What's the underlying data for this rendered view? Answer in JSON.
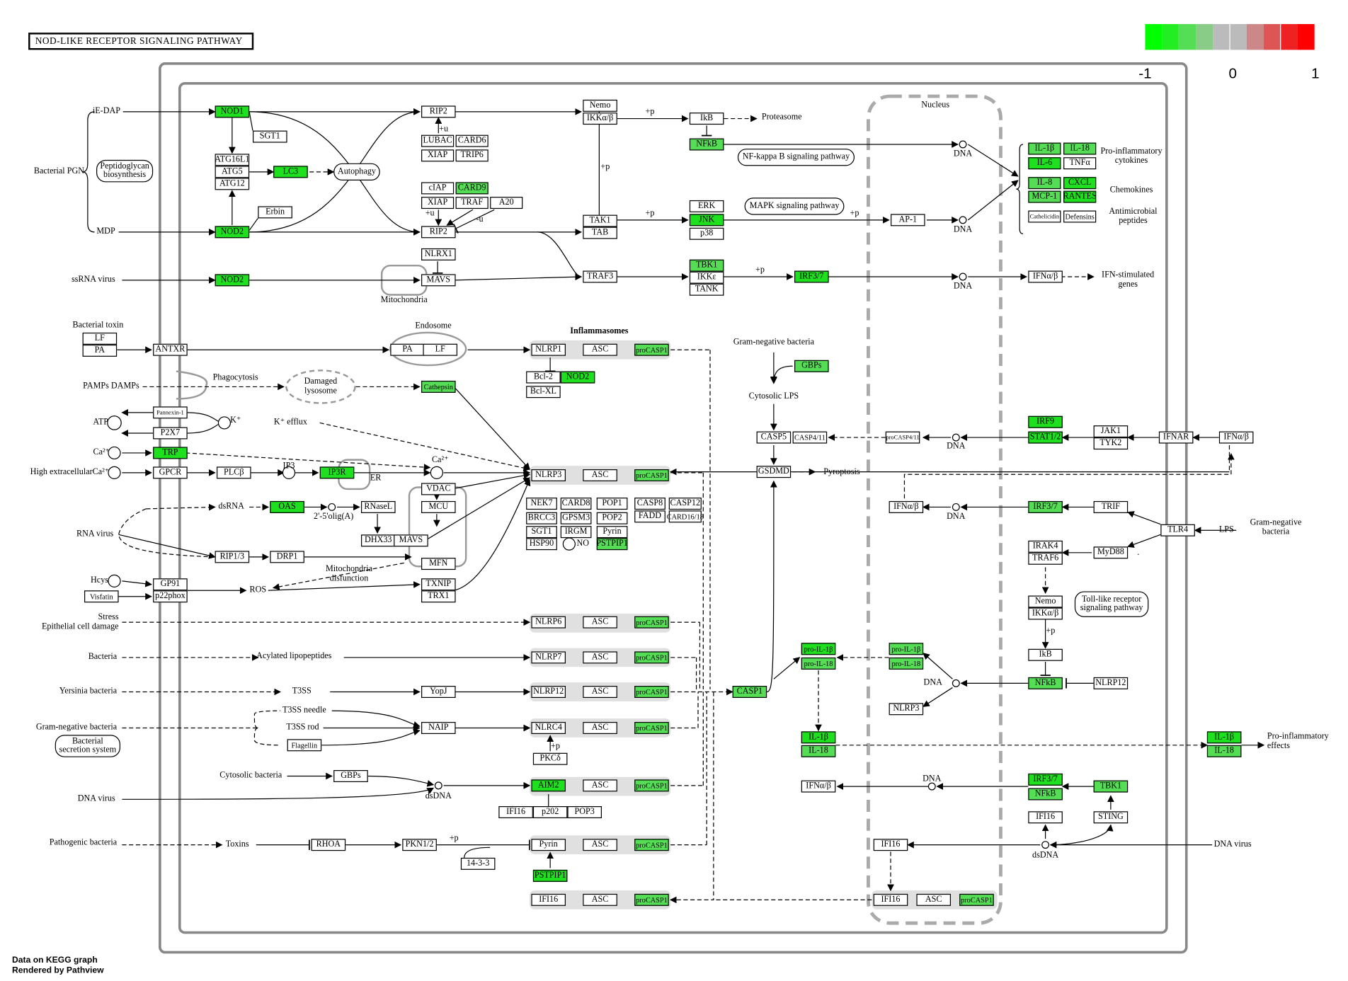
{
  "title": "NOD-LIKE RECEPTOR SIGNALING PATHWAY",
  "legend": {
    "colors": [
      "#00ff00",
      "#22ee22",
      "#55dd55",
      "#88cc88",
      "#bbbbbb",
      "#bbbbbb",
      "#cc8888",
      "#dd5555",
      "#ee2222",
      "#ff0000"
    ],
    "ticks": [
      "-1",
      "0",
      "1"
    ]
  },
  "credit": [
    "Data on KEGG graph",
    "Rendered by Pathview"
  ],
  "compartment_label": "Nucleus",
  "section_label": "Inflammasomes",
  "nodes": [
    {
      "id": "nod1",
      "text": "NOD1",
      "c": "hi"
    },
    {
      "id": "sgt1a",
      "text": "SGT1",
      "c": ""
    },
    {
      "id": "atg16l1",
      "text": "ATG16L1",
      "c": ""
    },
    {
      "id": "atg5",
      "text": "ATG5",
      "c": ""
    },
    {
      "id": "atg12",
      "text": "ATG12",
      "c": ""
    },
    {
      "id": "lc3",
      "text": "LC3",
      "c": "hi"
    },
    {
      "id": "erbin",
      "text": "Erbin",
      "c": ""
    },
    {
      "id": "nod2a",
      "text": "NOD2",
      "c": "hi"
    },
    {
      "id": "rip2a",
      "text": "RIP2",
      "c": ""
    },
    {
      "id": "lubac",
      "text": "LUBAC",
      "c": ""
    },
    {
      "id": "card6",
      "text": "CARD6",
      "c": ""
    },
    {
      "id": "xiap1",
      "text": "XIAP",
      "c": ""
    },
    {
      "id": "trip6",
      "text": "TRIP6",
      "c": ""
    },
    {
      "id": "ciap",
      "text": "cIAP",
      "c": ""
    },
    {
      "id": "card9",
      "text": "CARD9",
      "c": "md"
    },
    {
      "id": "xiap2",
      "text": "XIAP",
      "c": ""
    },
    {
      "id": "traf",
      "text": "TRAF",
      "c": ""
    },
    {
      "id": "a20",
      "text": "A20",
      "c": ""
    },
    {
      "id": "rip2b",
      "text": "RIP2",
      "c": ""
    },
    {
      "id": "nemo1",
      "text": "Nemo",
      "c": ""
    },
    {
      "id": "ikkab1",
      "text": "IKKα/β",
      "c": ""
    },
    {
      "id": "ikb1",
      "text": "IkB",
      "c": ""
    },
    {
      "id": "nfkb1",
      "text": "NFkB",
      "c": "md"
    },
    {
      "id": "tak1",
      "text": "TAK1",
      "c": ""
    },
    {
      "id": "tab",
      "text": "TAB",
      "c": ""
    },
    {
      "id": "erk",
      "text": "ERK",
      "c": ""
    },
    {
      "id": "jnk",
      "text": "JNK",
      "c": "hi"
    },
    {
      "id": "p38",
      "text": "p38",
      "c": ""
    },
    {
      "id": "ap1",
      "text": "AP-1",
      "c": ""
    },
    {
      "id": "il1b1",
      "text": "IL-1β",
      "c": "md"
    },
    {
      "id": "il18a",
      "text": "IL-18",
      "c": "md"
    },
    {
      "id": "il6",
      "text": "IL-6",
      "c": "hi"
    },
    {
      "id": "tnfa",
      "text": "TNFα",
      "c": ""
    },
    {
      "id": "il8",
      "text": "IL-8",
      "c": "md"
    },
    {
      "id": "cxcl",
      "text": "CXCL",
      "c": "hi"
    },
    {
      "id": "mcp1",
      "text": "MCP-1",
      "c": "md"
    },
    {
      "id": "rantes",
      "text": "RANTES",
      "c": "hi"
    },
    {
      "id": "cath",
      "text": "Cathelicidin",
      "c": ""
    },
    {
      "id": "defs",
      "text": "Defensins",
      "c": ""
    },
    {
      "id": "nod2b",
      "text": "NOD2",
      "c": "hi"
    },
    {
      "id": "nlrx1",
      "text": "NLRX1",
      "c": ""
    },
    {
      "id": "mavs1",
      "text": "MAVS",
      "c": ""
    },
    {
      "id": "traf3",
      "text": "TRAF3",
      "c": ""
    },
    {
      "id": "tbk1a",
      "text": "TBK1",
      "c": "md"
    },
    {
      "id": "ikke",
      "text": "IKKε",
      "c": ""
    },
    {
      "id": "tank",
      "text": "TANK",
      "c": ""
    },
    {
      "id": "irf37a",
      "text": "IRF3/7",
      "c": "hi"
    },
    {
      "id": "ifnab1",
      "text": "IFNα/β",
      "c": ""
    },
    {
      "id": "lf1",
      "text": "LF",
      "c": ""
    },
    {
      "id": "pa1",
      "text": "PA",
      "c": ""
    },
    {
      "id": "antxr",
      "text": "ANTXR",
      "c": ""
    },
    {
      "id": "pa2",
      "text": "PA",
      "c": ""
    },
    {
      "id": "lf2",
      "text": "LF",
      "c": ""
    },
    {
      "id": "nlrp1",
      "text": "NLRP1",
      "c": ""
    },
    {
      "id": "asc1",
      "text": "ASC",
      "c": ""
    },
    {
      "id": "procasp1a",
      "text": "proCASP1",
      "c": "md"
    },
    {
      "id": "bcl2",
      "text": "Bcl-2",
      "c": ""
    },
    {
      "id": "nod2c",
      "text": "NOD2",
      "c": "hi"
    },
    {
      "id": "bclxl",
      "text": "Bcl-XL",
      "c": ""
    },
    {
      "id": "gbps1",
      "text": "GBPs",
      "c": "md"
    },
    {
      "id": "cathepsin",
      "text": "Cathepsin",
      "c": "md"
    },
    {
      "id": "pannexin",
      "text": "Pannexin-1",
      "c": ""
    },
    {
      "id": "p2x7",
      "text": "P2X7",
      "c": ""
    },
    {
      "id": "trp",
      "text": "TRP",
      "c": "hi"
    },
    {
      "id": "gpcr",
      "text": "GPCR",
      "c": ""
    },
    {
      "id": "plcb",
      "text": "PLCβ",
      "c": ""
    },
    {
      "id": "ip3r",
      "text": "IP3R",
      "c": "hi"
    },
    {
      "id": "nlrp3a",
      "text": "NLRP3",
      "c": ""
    },
    {
      "id": "asc2",
      "text": "ASC",
      "c": ""
    },
    {
      "id": "procasp1b",
      "text": "proCASP1",
      "c": "md"
    },
    {
      "id": "nek7",
      "text": "NEK7",
      "c": ""
    },
    {
      "id": "card8",
      "text": "CARD8",
      "c": ""
    },
    {
      "id": "pop1",
      "text": "POP1",
      "c": ""
    },
    {
      "id": "brcc3",
      "text": "BRCC3",
      "c": ""
    },
    {
      "id": "gpsm3",
      "text": "GPSM3",
      "c": ""
    },
    {
      "id": "pop2",
      "text": "POP2",
      "c": ""
    },
    {
      "id": "sgt1b",
      "text": "SGT1",
      "c": ""
    },
    {
      "id": "irgm",
      "text": "IRGM",
      "c": ""
    },
    {
      "id": "pyrin1",
      "text": "Pyrin",
      "c": ""
    },
    {
      "id": "hsp90",
      "text": "HSP90",
      "c": ""
    },
    {
      "id": "pstpip1a",
      "text": "PSTPIP1",
      "c": "md"
    },
    {
      "id": "casp8",
      "text": "CASP8",
      "c": ""
    },
    {
      "id": "casp12",
      "text": "CASP12",
      "c": ""
    },
    {
      "id": "fadd",
      "text": "FADD",
      "c": ""
    },
    {
      "id": "card16",
      "text": "CARD16/18",
      "c": ""
    },
    {
      "id": "casp5",
      "text": "CASP5",
      "c": ""
    },
    {
      "id": "casp411",
      "text": "CASP4/11",
      "c": ""
    },
    {
      "id": "gsdmd",
      "text": "GSDMD",
      "c": ""
    },
    {
      "id": "procasp411",
      "text": "proCASP4/11",
      "c": ""
    },
    {
      "id": "irf9",
      "text": "IRF9",
      "c": "hi"
    },
    {
      "id": "stat12",
      "text": "STAT1/2",
      "c": "hi"
    },
    {
      "id": "jak1",
      "text": "JAK1",
      "c": ""
    },
    {
      "id": "tyk2",
      "text": "TYK2",
      "c": ""
    },
    {
      "id": "ifnar",
      "text": "IFNAR",
      "c": ""
    },
    {
      "id": "ifnab2",
      "text": "IFNα/β",
      "c": ""
    },
    {
      "id": "ifnab3",
      "text": "IFNα/β",
      "c": ""
    },
    {
      "id": "irf37b",
      "text": "IRF3/7",
      "c": "md"
    },
    {
      "id": "trif",
      "text": "TRIF",
      "c": ""
    },
    {
      "id": "tlr4",
      "text": "TLR4",
      "c": ""
    },
    {
      "id": "irak4",
      "text": "IRAK4",
      "c": ""
    },
    {
      "id": "traf6",
      "text": "TRAF6",
      "c": ""
    },
    {
      "id": "myd88",
      "text": "MyD88",
      "c": ""
    },
    {
      "id": "nemo2",
      "text": "Nemo",
      "c": ""
    },
    {
      "id": "ikkab2",
      "text": "IKKα/β",
      "c": ""
    },
    {
      "id": "ikb2",
      "text": "IkB",
      "c": ""
    },
    {
      "id": "nfkb2",
      "text": "NFkB",
      "c": "md"
    },
    {
      "id": "nlrp12a",
      "text": "NLRP12",
      "c": ""
    },
    {
      "id": "oas",
      "text": "OAS",
      "c": "hi"
    },
    {
      "id": "rnasel",
      "text": "RNaseL",
      "c": ""
    },
    {
      "id": "vdac",
      "text": "VDAC",
      "c": ""
    },
    {
      "id": "mcu",
      "text": "MCU",
      "c": ""
    },
    {
      "id": "dhx33",
      "text": "DHX33",
      "c": ""
    },
    {
      "id": "mavs2",
      "text": "MAVS",
      "c": ""
    },
    {
      "id": "mfn",
      "text": "MFN",
      "c": ""
    },
    {
      "id": "rip13",
      "text": "RIP1/3",
      "c": ""
    },
    {
      "id": "drp1",
      "text": "DRP1",
      "c": ""
    },
    {
      "id": "visfatin",
      "text": "Visfatin",
      "c": ""
    },
    {
      "id": "gp91",
      "text": "GP91",
      "c": ""
    },
    {
      "id": "p22phox",
      "text": "p22phox",
      "c": ""
    },
    {
      "id": "txnip",
      "text": "TXNIP",
      "c": ""
    },
    {
      "id": "trx1",
      "text": "TRX1",
      "c": ""
    },
    {
      "id": "nlrp6",
      "text": "NLRP6",
      "c": ""
    },
    {
      "id": "asc3",
      "text": "ASC",
      "c": ""
    },
    {
      "id": "procasp1c",
      "text": "proCASP1",
      "c": "md"
    },
    {
      "id": "nlrp7",
      "text": "NLRP7",
      "c": ""
    },
    {
      "id": "asc4",
      "text": "ASC",
      "c": ""
    },
    {
      "id": "procasp1d",
      "text": "proCASP1",
      "c": "md"
    },
    {
      "id": "yopj",
      "text": "YopJ",
      "c": ""
    },
    {
      "id": "nlrp12b",
      "text": "NLRP12",
      "c": ""
    },
    {
      "id": "asc5",
      "text": "ASC",
      "c": ""
    },
    {
      "id": "procasp1e",
      "text": "proCASP1",
      "c": "md"
    },
    {
      "id": "naip",
      "text": "NAIP",
      "c": ""
    },
    {
      "id": "flagellin",
      "text": "Flagellin",
      "c": ""
    },
    {
      "id": "nlrc4",
      "text": "NLRC4",
      "c": ""
    },
    {
      "id": "asc6",
      "text": "ASC",
      "c": ""
    },
    {
      "id": "procasp1f",
      "text": "proCASP1",
      "c": "md"
    },
    {
      "id": "pkcd",
      "text": "PKCδ",
      "c": ""
    },
    {
      "id": "gbps2",
      "text": "GBPs",
      "c": ""
    },
    {
      "id": "aim2",
      "text": "AIM2",
      "c": "hi"
    },
    {
      "id": "asc7",
      "text": "ASC",
      "c": ""
    },
    {
      "id": "procasp1g",
      "text": "proCASP1",
      "c": "md"
    },
    {
      "id": "ifi16a",
      "text": "IFI16",
      "c": ""
    },
    {
      "id": "p202",
      "text": "p202",
      "c": ""
    },
    {
      "id": "pop3",
      "text": "POP3",
      "c": ""
    },
    {
      "id": "rhoa",
      "text": "RHOA",
      "c": ""
    },
    {
      "id": "pkn12",
      "text": "PKN1/2",
      "c": ""
    },
    {
      "id": "b1433",
      "text": "14-3-3",
      "c": ""
    },
    {
      "id": "pyrin2",
      "text": "Pyrin",
      "c": ""
    },
    {
      "id": "asc8",
      "text": "ASC",
      "c": ""
    },
    {
      "id": "procasp1h",
      "text": "proCASP1",
      "c": "md"
    },
    {
      "id": "pstpip1b",
      "text": "PSTPIP1",
      "c": "hi"
    },
    {
      "id": "ifi16b",
      "text": "IFI16",
      "c": ""
    },
    {
      "id": "asc9",
      "text": "ASC",
      "c": ""
    },
    {
      "id": "procasp1i",
      "text": "proCASP1",
      "c": "md"
    },
    {
      "id": "casp1",
      "text": "CASP1",
      "c": "md"
    },
    {
      "id": "proil1b1",
      "text": "pro-IL-1β",
      "c": "hi"
    },
    {
      "id": "proil18a",
      "text": "pro-IL-18",
      "c": "md"
    },
    {
      "id": "proil1b2",
      "text": "pro-IL-1β",
      "c": "md"
    },
    {
      "id": "proil18b",
      "text": "pro-IL-18",
      "c": "md"
    },
    {
      "id": "nlrp3b",
      "text": "NLRP3",
      "c": ""
    },
    {
      "id": "il1b2",
      "text": "IL-1β",
      "c": "hi"
    },
    {
      "id": "il18b",
      "text": "IL-18",
      "c": "md"
    },
    {
      "id": "il1b3",
      "text": "IL-1β",
      "c": "hi"
    },
    {
      "id": "il18c",
      "text": "IL-18",
      "c": "md"
    },
    {
      "id": "ifnab4",
      "text": "IFNα/β",
      "c": ""
    },
    {
      "id": "irf37c",
      "text": "IRF3/7",
      "c": "hi"
    },
    {
      "id": "nfkb3",
      "text": "NFkB",
      "c": "md"
    },
    {
      "id": "tbk1b",
      "text": "TBK1",
      "c": "md"
    },
    {
      "id": "ifi16c",
      "text": "IFI16",
      "c": ""
    },
    {
      "id": "sting",
      "text": "STING",
      "c": ""
    },
    {
      "id": "ifi16d",
      "text": "IFI16",
      "c": ""
    },
    {
      "id": "ifi16e",
      "text": "IFI16",
      "c": ""
    },
    {
      "id": "asc10",
      "text": "ASC",
      "c": ""
    },
    {
      "id": "procasp1j",
      "text": "proCASP1",
      "c": "md"
    }
  ],
  "ovals": [
    {
      "id": "pgbio",
      "text": "Peptidoglycan\nbiosynthesis"
    },
    {
      "id": "autophagy",
      "text": "Autophagy"
    },
    {
      "id": "nfkbpath",
      "text": "NF-kappa B signaling pathway"
    },
    {
      "id": "mapkpath",
      "text": "MAPK signaling pathway"
    },
    {
      "id": "tlrpath",
      "text": "Toll-like receptor\nsignaling pathway"
    },
    {
      "id": "bactsec",
      "text": "Bacterial\nsecretion system"
    }
  ],
  "labels": [
    {
      "id": "iedap",
      "text": "iE-DAP"
    },
    {
      "id": "bpgn",
      "text": "Bacterial PGN"
    },
    {
      "id": "mdp",
      "text": "MDP"
    },
    {
      "id": "ssrna",
      "text": "ssRNA virus"
    },
    {
      "id": "bact_toxin",
      "text": "Bacterial toxin"
    },
    {
      "id": "pamps",
      "text": "PAMPs DAMPs"
    },
    {
      "id": "phago",
      "text": "Phagocytosis"
    },
    {
      "id": "damaged",
      "text": "Damaged\nlysosome"
    },
    {
      "id": "kefflux",
      "text": "K⁺ efflux"
    },
    {
      "id": "atp",
      "text": "ATP"
    },
    {
      "id": "kplus",
      "text": "K⁺"
    },
    {
      "id": "ca2a",
      "text": "Ca²⁺"
    },
    {
      "id": "hiec",
      "text": "High extracellularCa²⁺"
    },
    {
      "id": "ip3",
      "text": "IP3"
    },
    {
      "id": "ca2b",
      "text": "Ca²⁺"
    },
    {
      "id": "er",
      "text": "ER"
    },
    {
      "id": "rnavirus",
      "text": "RNA virus"
    },
    {
      "id": "dsrna",
      "text": "dsRNA"
    },
    {
      "id": "oligoa",
      "text": "2'-5'olig(A)"
    },
    {
      "id": "hcys",
      "text": "Hcys"
    },
    {
      "id": "ros",
      "text": "ROS"
    },
    {
      "id": "mitodys",
      "text": "Mitochondria\ndisfunction"
    },
    {
      "id": "mito",
      "text": "Mitochondria"
    },
    {
      "id": "endosome",
      "text": "Endosome"
    },
    {
      "id": "stress",
      "text": "Stress\nEpithelial cell damage"
    },
    {
      "id": "bacteria",
      "text": "Bacteria"
    },
    {
      "id": "acyl",
      "text": "Acylated lipopeptides"
    },
    {
      "id": "yersinia",
      "text": "Yersinia bacteria"
    },
    {
      "id": "t3ss1",
      "text": "T3SS"
    },
    {
      "id": "gnb1",
      "text": "Gram-negative bacteria"
    },
    {
      "id": "t3ssneedle",
      "text": "T3SS needle"
    },
    {
      "id": "t3ssrod",
      "text": "T3SS rod"
    },
    {
      "id": "cytbact",
      "text": "Cytosolic bacteria"
    },
    {
      "id": "dsdna1",
      "text": "dsDNA"
    },
    {
      "id": "dnavirus1",
      "text": "DNA virus"
    },
    {
      "id": "pathbact",
      "text": "Pathogenic bacteria"
    },
    {
      "id": "toxins",
      "text": "Toxins"
    },
    {
      "id": "gnb2",
      "text": "Gram-negative bacteria"
    },
    {
      "id": "cytlps",
      "text": "Cytosolic LPS"
    },
    {
      "id": "pyropt",
      "text": "Pyroptosis"
    },
    {
      "id": "proteasome",
      "text": "Proteasome"
    },
    {
      "id": "dna1",
      "text": "DNA"
    },
    {
      "id": "dna2",
      "text": "DNA"
    },
    {
      "id": "dna3",
      "text": "DNA"
    },
    {
      "id": "dna4",
      "text": "DNA"
    },
    {
      "id": "dna5",
      "text": "DNA"
    },
    {
      "id": "dna6",
      "text": "DNA"
    },
    {
      "id": "dna7",
      "text": "DNA"
    },
    {
      "id": "proinflam",
      "text": "Pro-inflammatory\ncytokines"
    },
    {
      "id": "chemok",
      "text": "Chemokines"
    },
    {
      "id": "antimic",
      "text": "Antimicrobial\npeptides"
    },
    {
      "id": "ifnstim",
      "text": "IFN-stimulated\ngenes"
    },
    {
      "id": "lps",
      "text": "LPS"
    },
    {
      "id": "gnb3",
      "text": "Gram-negative\nbacteria"
    },
    {
      "id": "proinfeff",
      "text": "Pro-inflammatory\neffects"
    },
    {
      "id": "dnavirus2",
      "text": "DNA virus"
    },
    {
      "id": "dsdna2",
      "text": "dsDNA"
    },
    {
      "id": "no",
      "text": "NO"
    },
    {
      "id": "p_1",
      "text": "+p"
    },
    {
      "id": "p_2",
      "text": "+p"
    },
    {
      "id": "p_3",
      "text": "+p"
    },
    {
      "id": "p_4",
      "text": "+p"
    },
    {
      "id": "p_5",
      "text": "+p"
    },
    {
      "id": "p_6",
      "text": "+p"
    },
    {
      "id": "p_7",
      "text": "+p"
    },
    {
      "id": "p_8",
      "text": "+p"
    },
    {
      "id": "u_1",
      "text": "+u"
    },
    {
      "id": "u_2",
      "text": "+u"
    },
    {
      "id": "u_3",
      "text": "-u"
    },
    {
      "id": "dot",
      "text": "."
    }
  ]
}
